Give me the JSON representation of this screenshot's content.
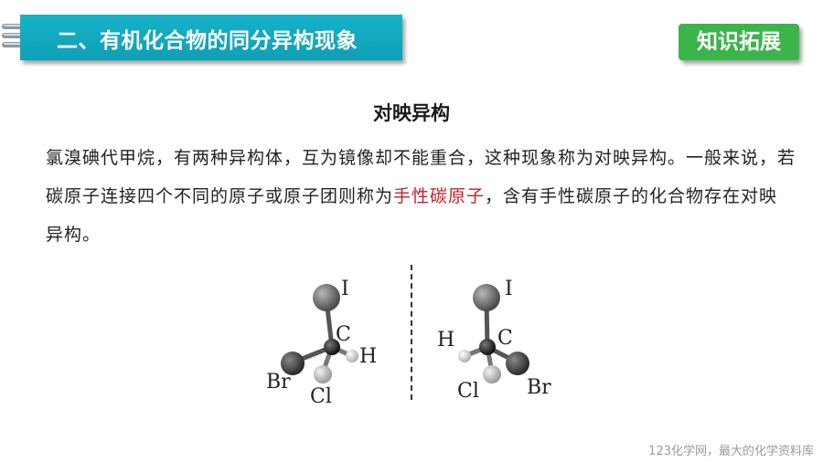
{
  "header": {
    "title": "二、有机化合物的同分异构现象",
    "badge": "知识拓展"
  },
  "section": {
    "heading": "对映异构",
    "paragraph_part1": "氯溴碘代甲烷，有两种异构体，互为镜像却不能重合，这种现象称为对映异构。一般来说，若碳原子连接四个不同的原子或原子团则称为",
    "paragraph_highlight": "手性碳原子",
    "paragraph_part2": "，含有手性碳原子的化合物存在对映异构。"
  },
  "molecules": {
    "left": {
      "iodine": "I",
      "carbon": "C",
      "hydrogen": "H",
      "bromine": "Br",
      "chlorine": "Cl"
    },
    "right": {
      "iodine": "I",
      "carbon": "C",
      "hydrogen": "H",
      "bromine": "Br",
      "chlorine": "Cl"
    }
  },
  "footer": {
    "note": "123化学网，最大的化学资料库"
  },
  "colors": {
    "header": "#12a9c0",
    "badge": "#3bb54a",
    "highlight": "#c0202b"
  }
}
